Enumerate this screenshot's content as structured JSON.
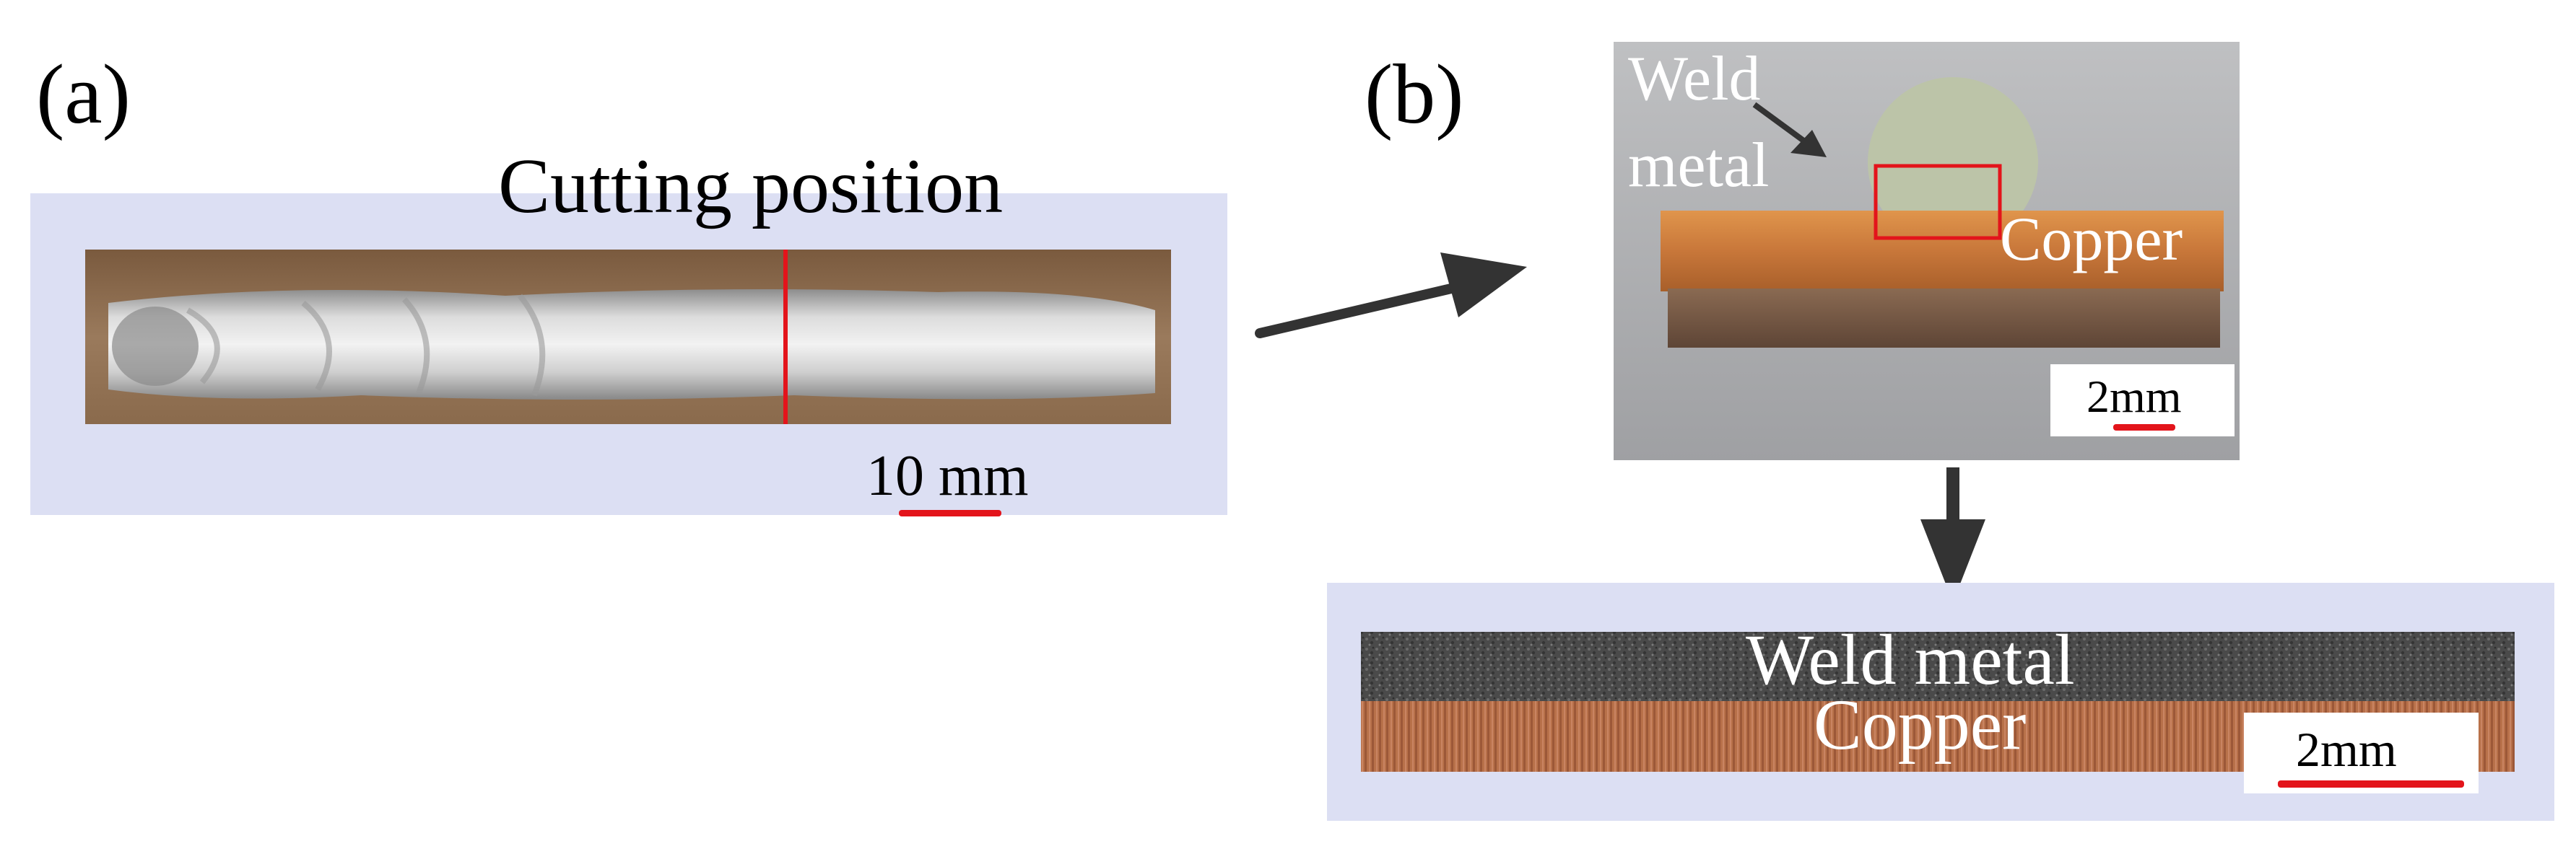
{
  "panel_a": {
    "label": "(a)",
    "caption": "Cutting position",
    "scale_label": "10 mm"
  },
  "panel_b": {
    "label": "(b)",
    "weld_label_line1": "Weld",
    "weld_label_line2": "metal",
    "copper_label": "Copper",
    "scale_label": "2mm"
  },
  "panel_c": {
    "weld_label": "Weld metal",
    "copper_label": "Copper",
    "scale_label": "2mm"
  },
  "colors": {
    "background_lavender": "#dcdff3",
    "scale_bar_red": "#e3141b",
    "arrow_dark": "#333333",
    "copper": "#c8773a"
  }
}
